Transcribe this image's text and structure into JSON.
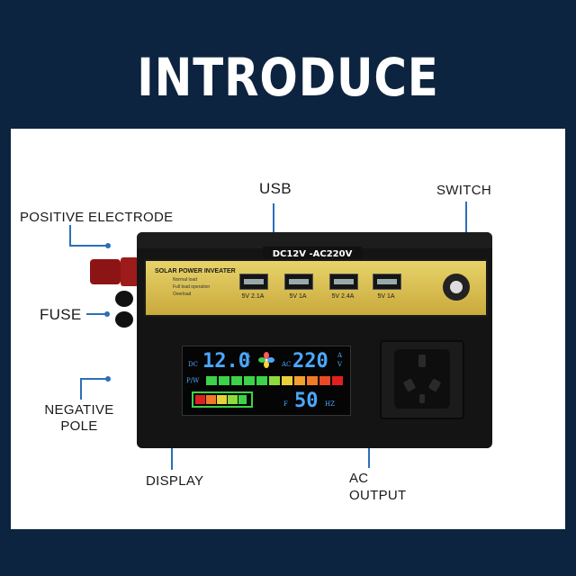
{
  "title": "INTRODUCE",
  "labels": {
    "usb": "USB",
    "switch": "SWITCH",
    "positive": "POSITIVE ELECTRODE",
    "fuse": "FUSE",
    "negative_line1": "NEGATIVE",
    "negative_line2": "POLE",
    "display": "DISPLAY",
    "ac_line1": "AC",
    "ac_line2": "OUTPUT"
  },
  "device": {
    "model": "DC12V -AC220V",
    "brand": "SOLAR POWER INVEATER",
    "legend": [
      "Normal load",
      "Full load operation",
      "Overload"
    ],
    "usb_ports": [
      "5V 2.1A",
      "5V 1A",
      "5V 2.4A",
      "5V 1A"
    ],
    "display": {
      "dc_label": "DC",
      "dc_value": "12.0",
      "ac_label": "AC",
      "ac_value": "220",
      "unit_a": "A",
      "unit_v": "V",
      "pw_label": "P/W",
      "freq_label": "F",
      "freq_value": "50",
      "freq_unit": "HZ"
    }
  },
  "colors": {
    "background": "#0d2440",
    "panel": "#ffffff",
    "leader": "#2a6fb8",
    "gold": "#d9c04f",
    "lcd_text": "#4aa8ff"
  }
}
